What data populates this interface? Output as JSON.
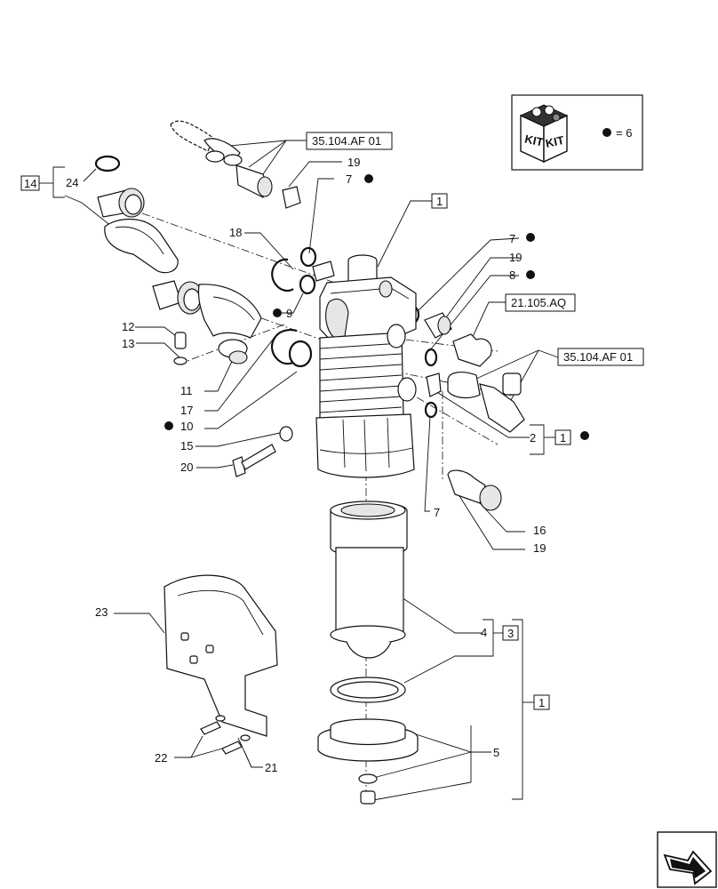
{
  "legend": {
    "kit_text": "KIT",
    "equals_text": "= 6"
  },
  "refs": {
    "ref_35104_top": "35.104.AF 01",
    "ref_21105": "21.105.AQ",
    "ref_35104_right": "35.104.AF 01"
  },
  "boxed": {
    "box_14": "14",
    "box_1_top": "1",
    "box_1_mid": "1",
    "box_3": "3",
    "box_1_bottom": "1"
  },
  "callouts": {
    "c24": "24",
    "c19a": "19",
    "c7a": "7",
    "c18": "18",
    "c9": "9",
    "c12": "12",
    "c13": "13",
    "c11": "11",
    "c17": "17",
    "c10": "10",
    "c15": "15",
    "c20": "20",
    "c7b": "7",
    "c19b": "19",
    "c8": "8",
    "c2": "2",
    "c7c": "7",
    "c16": "16",
    "c19c": "19",
    "c23": "23",
    "c4": "4",
    "c5": "5",
    "c22": "22",
    "c21": "21"
  },
  "colors": {
    "ink": "#111111",
    "shade": "#e6e6e6"
  }
}
